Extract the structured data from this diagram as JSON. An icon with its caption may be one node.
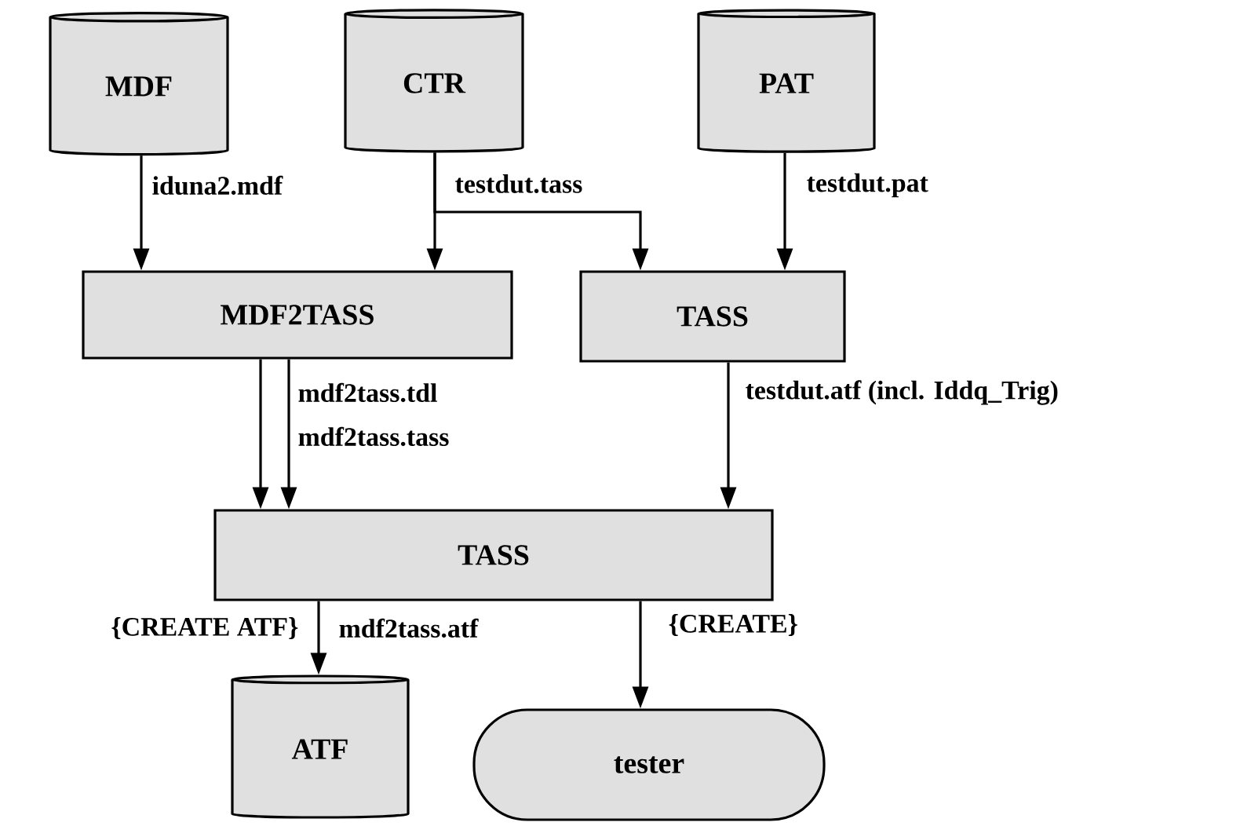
{
  "diagram": {
    "nodes": [
      {
        "text": [
          "MDF"
        ]
      },
      {
        "text": [
          "CTR"
        ]
      },
      {
        "text": [
          "PAT"
        ]
      },
      {
        "text": [
          "MDF2TASS"
        ]
      },
      {
        "text": [
          "TASS"
        ]
      },
      {
        "text": [
          "TASS"
        ]
      },
      {
        "text": [
          "ATF"
        ]
      },
      {
        "text": [
          "tester"
        ]
      }
    ],
    "edges": [
      {
        "from": 0,
        "to": 3,
        "arrow": "to",
        "label": "iduna2.mdf"
      },
      {
        "from": 1,
        "to": 3,
        "arrow": "to"
      },
      {
        "from": 1,
        "to": 4,
        "arrow": "to",
        "label": "testdut.tass"
      },
      {
        "from": 2,
        "to": 4,
        "arrow": "to",
        "label": "testdut.pat"
      },
      {
        "from": 3,
        "to": 5,
        "arrow": "to",
        "label": "mdf2tass.tdl"
      },
      {
        "from": 3,
        "to": 5,
        "arrow": "to",
        "label": "mdf2tass.tass"
      },
      {
        "from": 4,
        "to": 5,
        "arrow": "to",
        "label": "testdut.atf (incl. Iddq_Trig)"
      },
      {
        "from": 5,
        "to": 6,
        "arrow": "to",
        "label": "mdf2tass.atf"
      },
      {
        "from": 5,
        "to": 7,
        "arrow": "to",
        "label": "{CREATE}"
      }
    ],
    "labels": [
      "{CREATE ATF}"
    ]
  }
}
